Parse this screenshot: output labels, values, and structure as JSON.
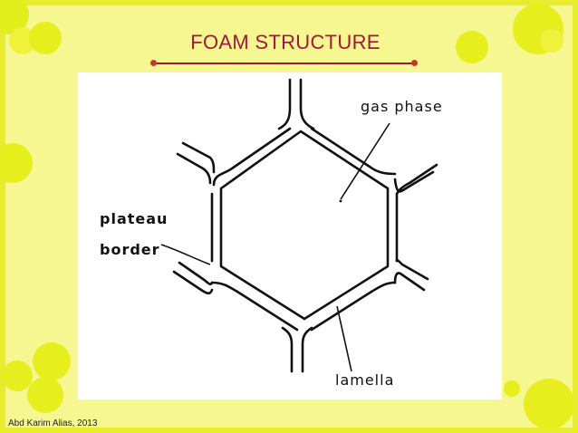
{
  "slide": {
    "title": "FOAM STRUCTURE",
    "footer": "Abd Karim Alias, 2013"
  },
  "diagram": {
    "labels": {
      "gas_phase": "gas phase",
      "plateau": "plateau",
      "border": "border",
      "lamella": "lamella"
    }
  },
  "colors": {
    "background": "#f6f790",
    "frame": "#e8ec2e",
    "circle_yellow": "#e6ef1d",
    "title": "#a0183a",
    "line": "#111111"
  }
}
